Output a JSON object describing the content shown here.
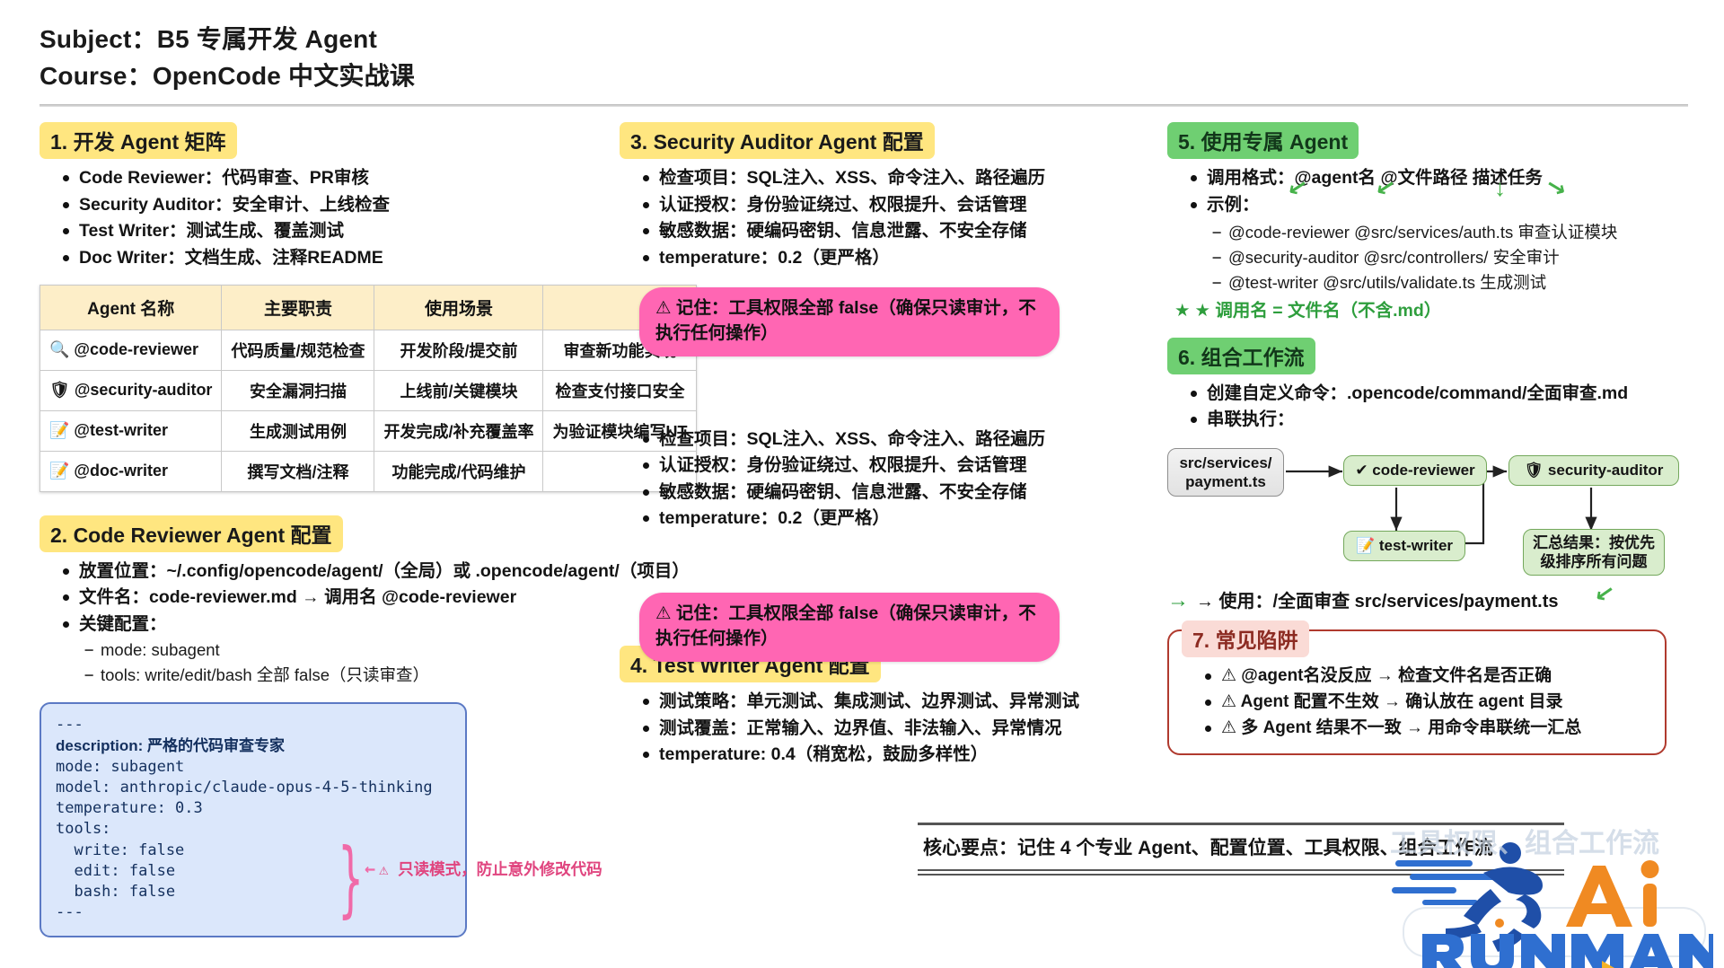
{
  "header": {
    "subject_line": "Subject：B5 专属开发 Agent",
    "course_line": "Course：OpenCode 中文实战课"
  },
  "section1": {
    "title": "1. 开发 Agent 矩阵",
    "bullets": [
      "Code Reviewer：代码审查、PR审核",
      "Security Auditor：安全审计、上线检查",
      "Test Writer：测试生成、覆盖测试",
      "Doc Writer：文档生成、注释README"
    ],
    "table": {
      "headers": [
        "Agent 名称",
        "主要职责",
        "使用场景",
        ""
      ],
      "rows": [
        {
          "icon": "magnifier-icon",
          "glyph": "🔍",
          "name": "@code-reviewer",
          "duty": "代码质量/规范检查",
          "scene": "开发阶段/提交前",
          "example": "审查新功能实现"
        },
        {
          "icon": "shield-icon",
          "glyph": "🛡",
          "name": "@security-auditor",
          "duty": "安全漏洞扫描",
          "scene": "上线前/关键模块",
          "example": "检查支付接口安全"
        },
        {
          "icon": "memo-icon",
          "glyph": "📝",
          "name": "@test-writer",
          "duty": "生成测试用例",
          "scene": "开发完成/补充覆盖率",
          "example": "为验证模块编写UT"
        },
        {
          "icon": "memo-icon",
          "glyph": "📝",
          "name": "@doc-writer",
          "duty": "撰写文档/注释",
          "scene": "功能完成/代码维护",
          "example": ""
        }
      ]
    }
  },
  "section2": {
    "title": "2. Code Reviewer Agent 配置",
    "bullets": [
      "放置位置：~/.config/opencode/agent/（全局）或 .opencode/agent/（项目）",
      "文件名：code-reviewer.md → 调用名 @code-reviewer",
      "关键配置："
    ],
    "sub_bullets": [
      "mode: subagent",
      "tools: write/edit/bash 全部 false（只读审查）"
    ],
    "code_lines": [
      "---",
      "description: 严格的代码审查专家",
      "mode: subagent",
      "model: anthropic/claude-opus-4-5-thinking",
      "temperature: 0.3",
      "tools:",
      "  write: false",
      "  edit: false",
      "  bash: false",
      "---"
    ],
    "code_note": "⚠ 只读模式，防止意外修改代码"
  },
  "section3": {
    "title": "3. Security Auditor Agent 配置",
    "bullets": [
      "检查项目：SQL注入、XSS、命令注入、路径遍历",
      "认证授权：身份验证绕过、权限提升、会话管理",
      "敏感数据：硬编码密钥、信息泄露、不安全存储",
      "temperature：0.2（更严格）"
    ],
    "callout": "⚠ 记住：工具权限全部 false（确保只读审计，不执行任何操作）",
    "callout2": "⚠ 记住：工具权限全部 false（确保只读审计，不执行任何操作）"
  },
  "section4": {
    "title": "4. Test Writer Agent 配置",
    "bullets": [
      "测试策略：单元测试、集成测试、边界测试、异常测试",
      "测试覆盖：正常输入、边界值、非法输入、异常情况",
      "temperature: 0.4（稍宽松，鼓励多样性）"
    ]
  },
  "section5": {
    "title": "5. 使用专属 Agent",
    "bullets": [
      "调用格式：@agent名 @文件路径 描述任务",
      "示例："
    ],
    "examples": [
      "@code-reviewer @src/services/auth.ts 审查认证模块",
      "@security-auditor @src/controllers/ 安全审计",
      "@test-writer      @src/utils/validate.ts 生成测试"
    ],
    "star_note": "★ 调用名 = 文件名（不含.md）"
  },
  "section6": {
    "title": "6. 组合工作流",
    "bullets": [
      "创建自定义命令：.opencode/command/全面审查.md",
      "串联执行："
    ],
    "flow": {
      "source": "src/services/\npayment.ts",
      "code_reviewer": "✔ code-reviewer",
      "test_writer": "📝 test-writer",
      "security_auditor": "🛡 security-auditor",
      "summary": "汇总结果：按优先\n级排序所有问题"
    },
    "use_line": "→ 使用：/全面审查 src/services/payment.ts"
  },
  "section7": {
    "title": "7. 常见陷阱",
    "bullets": [
      "⚠ @agent名没反应 → 检查文件名是否正确",
      "⚠ Agent 配置不生效 → 确认放在 agent 目录",
      "⚠ 多 Agent 结果不一致 → 用命令串联统一汇总"
    ]
  },
  "keypoint": {
    "text": "核心要点：记住 4 个专业 Agent、配置位置、工具权限、组合工作流"
  },
  "logo": {
    "watermark_text": "工具权限、组合工作流",
    "brand": "RUNMAN",
    "brand_ai": "Ai"
  },
  "colors": {
    "yellow_highlight": "#ffe680",
    "green_highlight": "#6fcf72",
    "pink_callout": "#ff66b3",
    "pitfall_border": "#b03a2e",
    "code_bg": "#dbe7fb",
    "code_border": "#5b79c4",
    "node_green": "#d9edcd",
    "accent_green": "#2e9e3d",
    "logo_blue": "#1f5fbf",
    "logo_orange": "#f08a22"
  }
}
